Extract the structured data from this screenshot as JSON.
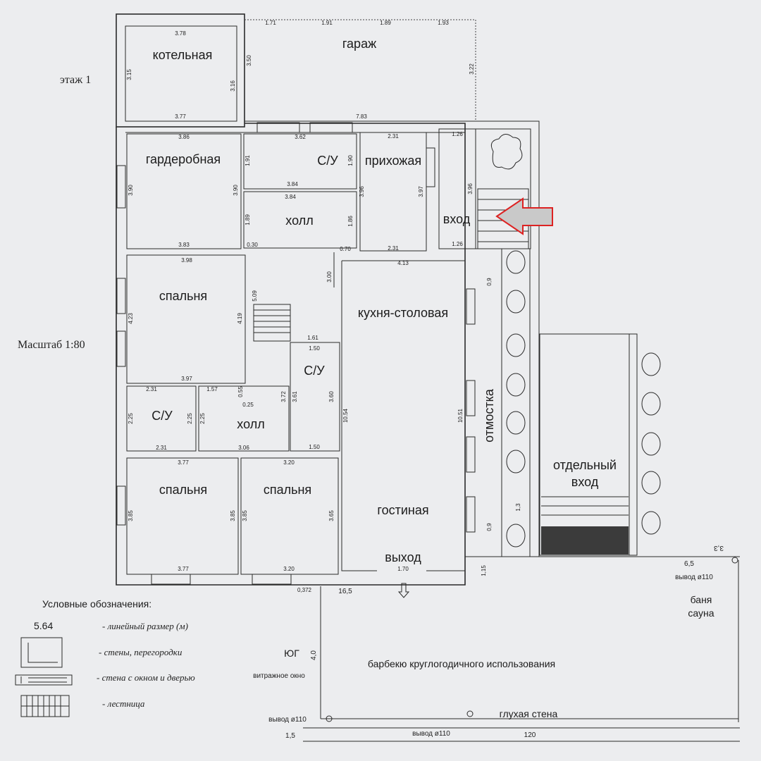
{
  "header": {
    "floor": "этаж 1",
    "scale": "Масштаб 1:80"
  },
  "rooms": {
    "boiler": "котельная",
    "garage": "гараж",
    "wardrobe": "гардеробная",
    "wc1": "С/У",
    "hallway": "прихожая",
    "entrance": "вход",
    "hall1": "холл",
    "bedroom1": "спальня",
    "kitchen": "кухня-столовая",
    "wc2": "С/У",
    "wc3": "С/У",
    "hall2": "холл",
    "bedroom2": "спальня",
    "bedroom3": "спальня",
    "living": "гостиная",
    "exit": "выход",
    "blind_area": "отмостка",
    "separate_entrance_1": "отдельный",
    "separate_entrance_2": "вход",
    "bath_1": "баня",
    "bath_2": "сауна"
  },
  "dimensions": {
    "g1": "1.71",
    "g2": "1.91",
    "g3": "1.89",
    "g4": "1.93",
    "g5": "3.22",
    "b_top": "3.78",
    "b_left": "3.15",
    "b_right": "3.16",
    "b_right2": "3.50",
    "b_bottom": "3.77",
    "top_wall": "7.83",
    "w_top": "3.86",
    "w_left": "3.90",
    "w_right": "3.90",
    "w_bottom": "3.83",
    "wc1_top": "3.62",
    "wc1_right": "1.90",
    "wc1_left": "1.91",
    "wc1_bottom": "3.84",
    "hall1_top": "3.84",
    "hall1_left": "1.89",
    "hall1_right": "1.86",
    "hw_top": "2.31",
    "hw_left": "3.96",
    "hw_right": "3.97",
    "hw_bottom": "2.31",
    "ent_top": "1.26",
    "ent_right": "3.96",
    "ent_bottom": "1.26",
    "d030": "0.30",
    "d070": "0.70",
    "d300": "3.00",
    "k_top": "4.13",
    "bd1_top": "3.98",
    "bd1_left": "4.23",
    "bd1_right": "4.19",
    "bd1_bottom": "3.97",
    "bd1_r2": "5.09",
    "d161": "1.61",
    "d150a": "1.50",
    "d372": "3.72",
    "d361": "3.61",
    "d360": "3.60",
    "d150b": "1.50",
    "d1054": "10.54",
    "d1051": "10.51",
    "wc3_top": "2.31",
    "wc3_left": "2.25",
    "wc3_right": "2.25",
    "wc3_bottom": "2.31",
    "h2_top": "1.57",
    "h2_left": "2.25",
    "h2_bottom": "3.06",
    "d055": "0.55",
    "d025": "0.25",
    "bd2_top": "3.77",
    "bd2_left": "3.85",
    "bd2_right": "3.85",
    "bd2_bottom": "3.77",
    "bd3_top": "3.20",
    "bd3_left": "3.85",
    "bd3_bottom": "3.20",
    "liv_right": "3.65",
    "exit_w": "1.70",
    "o_09a": "0,9",
    "o_09b": "0,9",
    "o_13": "1,3",
    "o_115": "1,15",
    "d0372": "0,372",
    "d165": "16,5",
    "d33": "3,3",
    "d65": "6,5",
    "d40": "4,0",
    "d15": "1,5",
    "d120": "120"
  },
  "annotations": {
    "south": "ЮГ",
    "stained_window": "витражное окно",
    "bbq": "барбекю круглогодичного использования",
    "blank_wall": "глухая стена",
    "outlet1": "вывод ø110",
    "outlet2": "вывод ø110",
    "outlet3": "вывод ø110"
  },
  "legend": {
    "title": "Условные обозначения:",
    "sample_value": "5.64",
    "items": [
      "- линейный размер (м)",
      "- стены, перегородки",
      "- стена с окном и дверью",
      "- лестница"
    ]
  }
}
